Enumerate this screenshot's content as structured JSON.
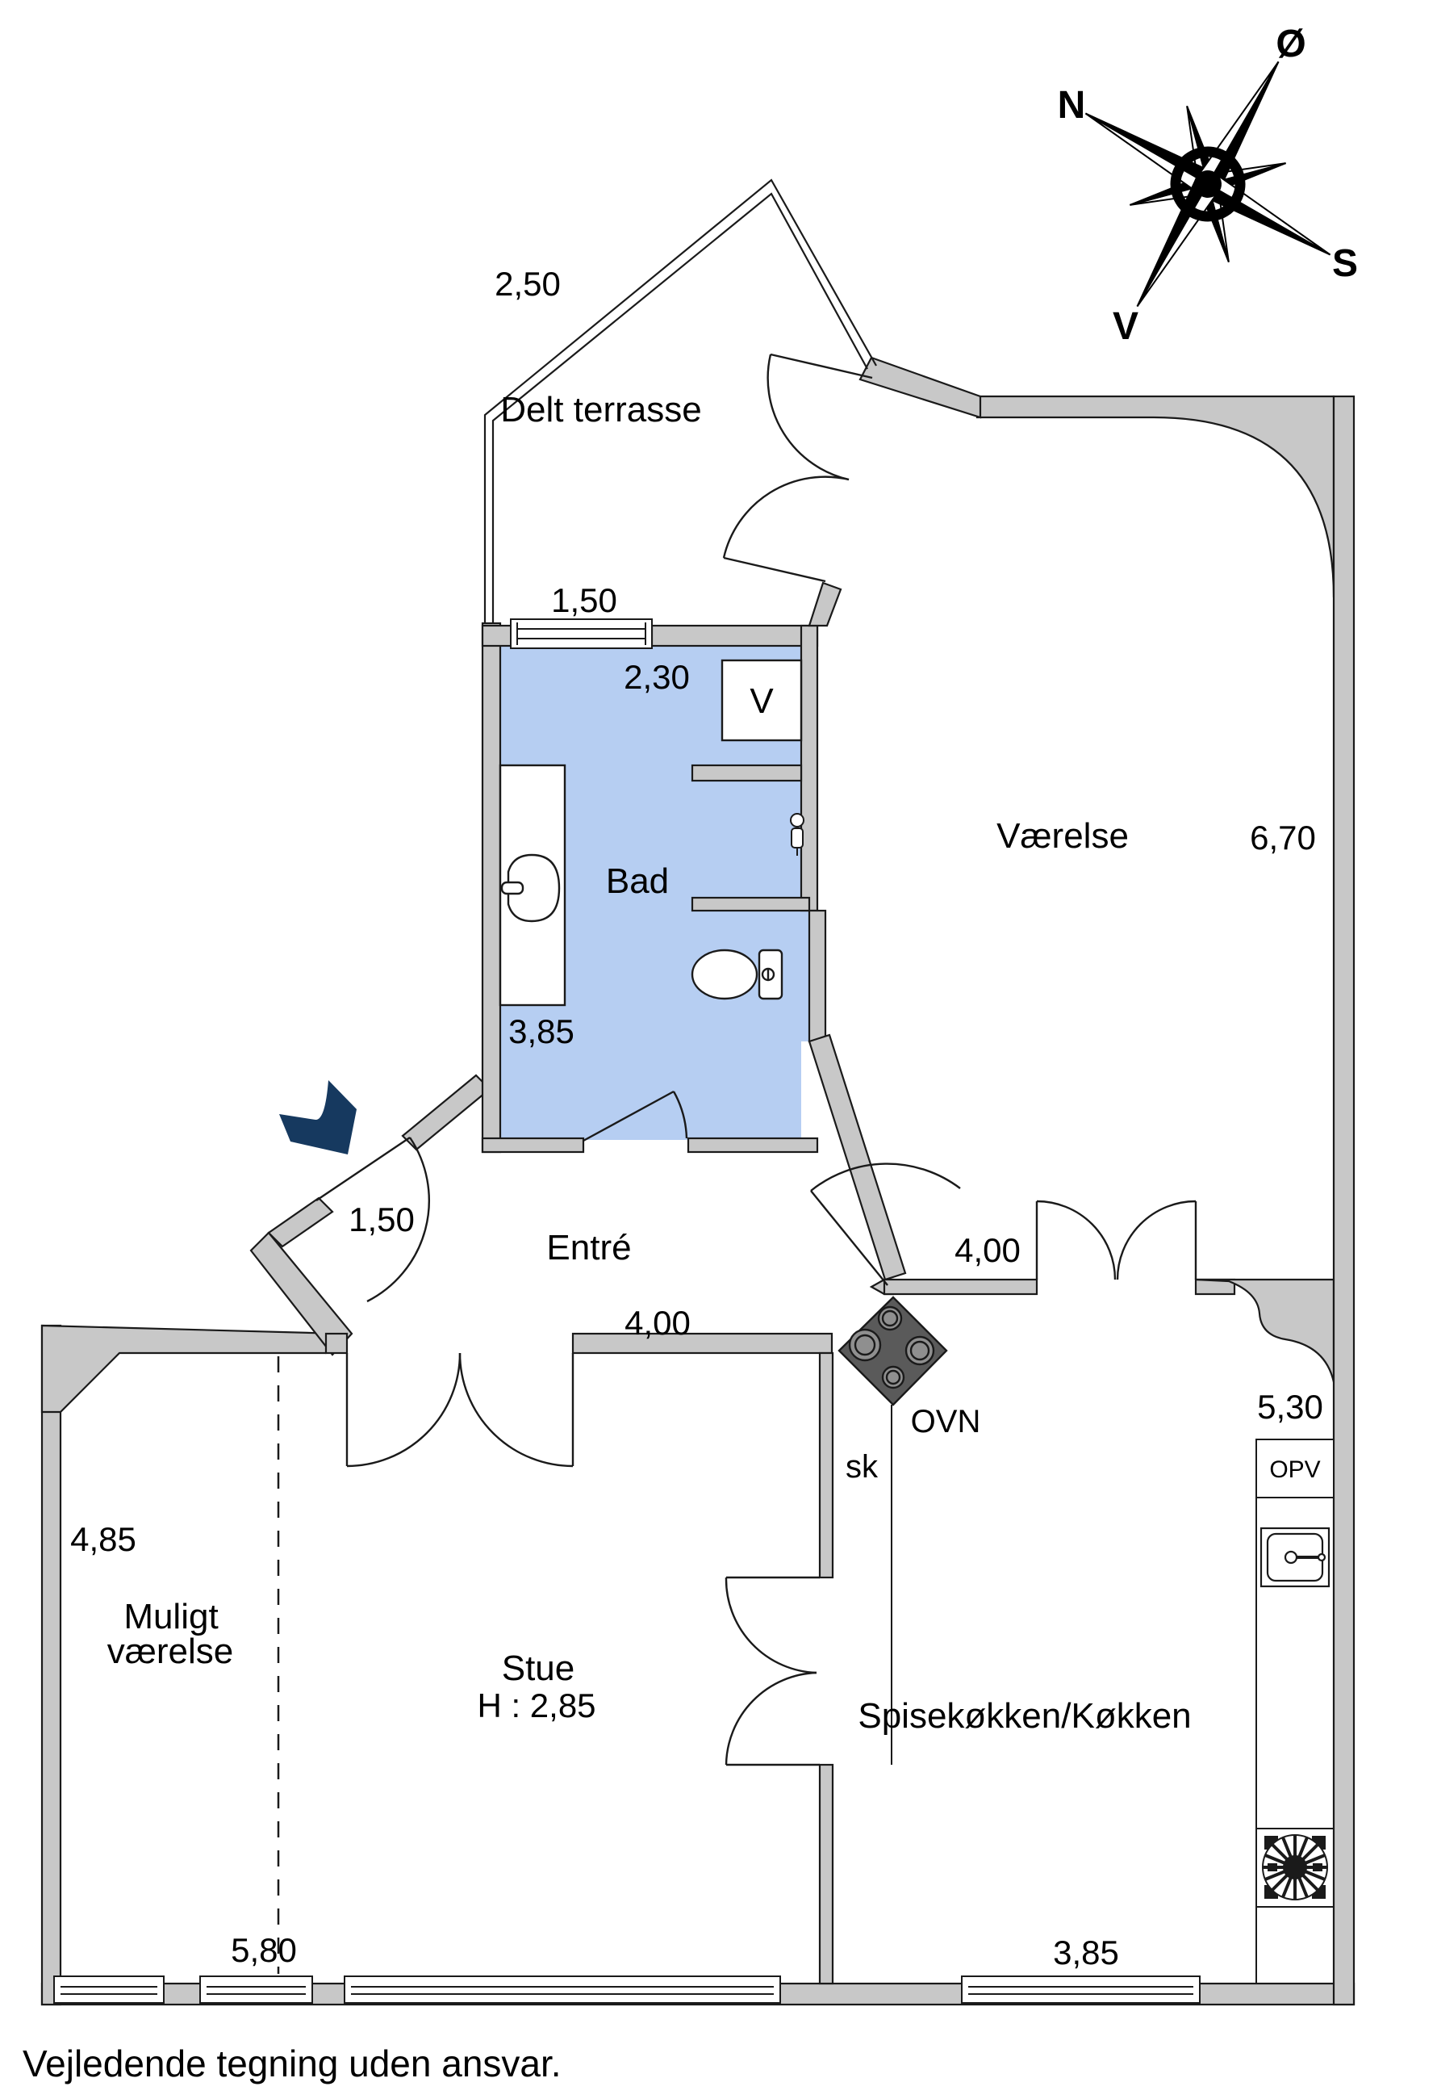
{
  "colors": {
    "wall": "#c8c8c8",
    "bath_floor": "#b6cef2",
    "entrance_arrow": "#16395f",
    "line": "#1a1a1a",
    "stove_body": "#5a5a5a",
    "burner": "#8f8f8f"
  },
  "compass": {
    "north": "N",
    "east": "Ø",
    "south": "S",
    "west": "V"
  },
  "labels": {
    "terrace": "Delt terrasse",
    "bath": "Bad",
    "room": "Værelse",
    "entry": "Entré",
    "possible_room_line1": "Muligt",
    "possible_room_line2": "værelse",
    "living": "Stue",
    "living_height": "H : 2,85",
    "kitchen": "Spisekøkken/Køkken",
    "oven": "OVN",
    "closet": "sk",
    "dishwasher": "OPV",
    "washer": "V"
  },
  "dimensions": {
    "terrace_width": "2,50",
    "bath_window": "1,50",
    "bath_width_top": "2,30",
    "room_depth": "6,70",
    "bath_depth": "3,85",
    "entry_door": "1,50",
    "entry_width": "4,00",
    "kitchen_top": "4,00",
    "kitchen_right": "5,30",
    "possible_room_depth": "4,85",
    "living_width": "5,80",
    "kitchen_width": "3,85"
  },
  "footer": {
    "disclaimer": "Vejledende tegning uden ansvar."
  }
}
